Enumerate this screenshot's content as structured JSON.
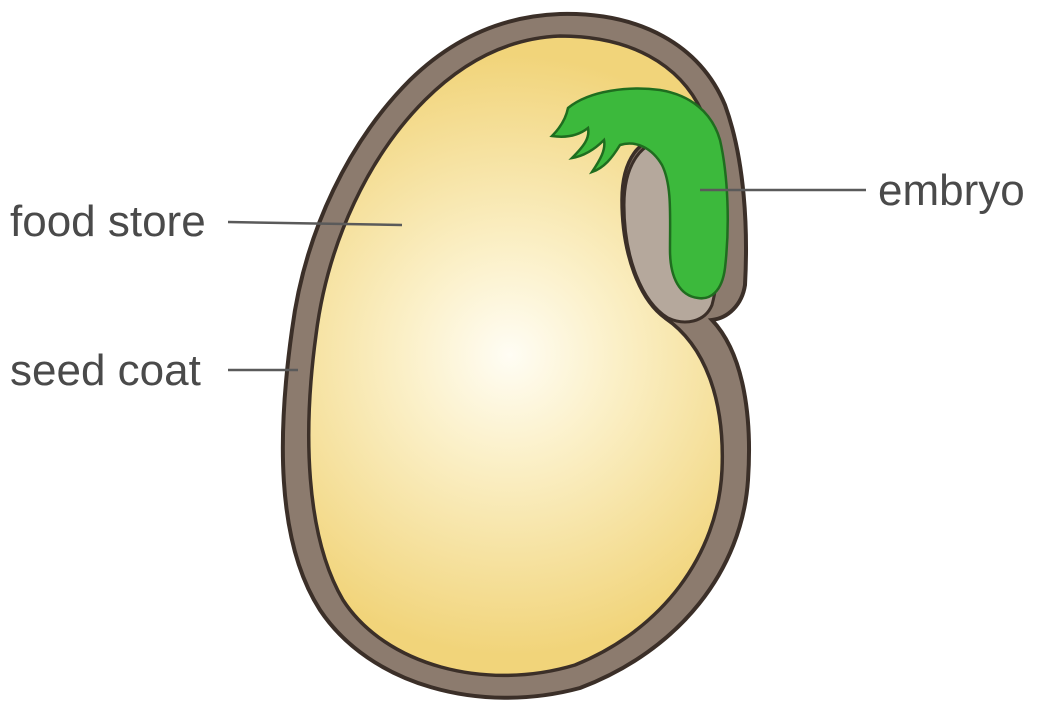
{
  "labels": {
    "food_store": "food store",
    "seed_coat": "seed coat",
    "embryo": "embryo"
  },
  "colors": {
    "seed_coat_outer": "#8c7b6e",
    "seed_coat_inner": "#b5a89c",
    "food_store_center": "#fffdf4",
    "food_store_edge": "#f1d47a",
    "embryo": "#3cb93c",
    "outline": "#3b2f28",
    "label_text": "#4a4a4a"
  }
}
